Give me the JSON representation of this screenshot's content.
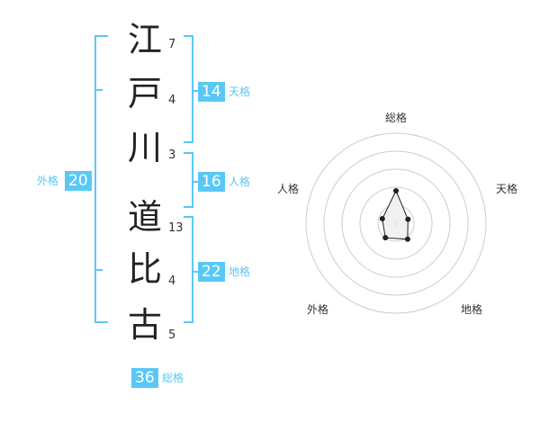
{
  "name_chars": [
    {
      "char": "江",
      "strokes": "7"
    },
    {
      "char": "戸",
      "strokes": "4"
    },
    {
      "char": "川",
      "strokes": "3"
    },
    {
      "char": "道",
      "strokes": "13"
    },
    {
      "char": "比",
      "strokes": "4"
    },
    {
      "char": "古",
      "strokes": "5"
    }
  ],
  "scores": {
    "tenkaku": {
      "value": "14",
      "label": "天格"
    },
    "jinkaku": {
      "value": "16",
      "label": "人格"
    },
    "chikaku": {
      "value": "22",
      "label": "地格"
    },
    "gaikaku": {
      "value": "20",
      "label": "外格"
    },
    "soukaku": {
      "value": "36",
      "label": "総格"
    }
  },
  "chart_data": {
    "type": "radar",
    "axes": [
      "総格",
      "天格",
      "地格",
      "外格",
      "人格"
    ],
    "values": [
      36,
      14,
      22,
      20,
      16
    ],
    "value_range": [
      0,
      100
    ],
    "colors": {
      "accent": "#5ac8f5",
      "fill": "#efefef",
      "line": "#222222",
      "grid": "#cccccc"
    }
  }
}
